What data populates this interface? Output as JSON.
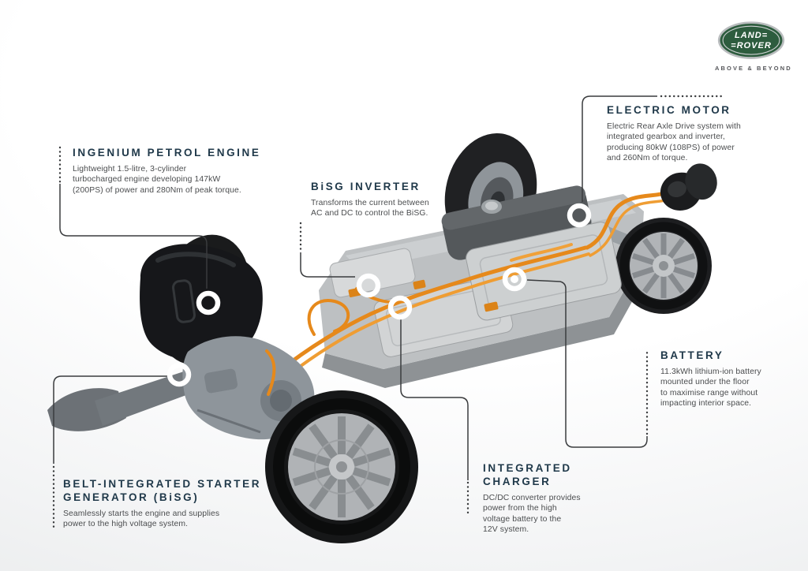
{
  "brand": {
    "logo_top": "LAND=",
    "logo_bottom": "=ROVER",
    "tagline": "ABOVE & BEYOND",
    "oval_green": "#2d5c3e"
  },
  "callouts": [
    {
      "id": "ingenium-petrol-engine",
      "title": "INGENIUM PETROL ENGINE",
      "body": "Lightweight 1.5-litre, 3-cylinder\nturbocharged engine developing 147kW\n(200PS) of power and 280Nm of peak torque."
    },
    {
      "id": "bisg-inverter",
      "title": "BiSG INVERTER",
      "body": "Transforms the current between\nAC and DC to control the BiSG."
    },
    {
      "id": "electric-motor",
      "title": "ELECTRIC MOTOR",
      "body": "Electric Rear Axle Drive system with\nintegrated gearbox and inverter,\nproducing 80kW (108PS) of power\nand 260Nm of torque."
    },
    {
      "id": "battery",
      "title": "BATTERY",
      "body": "11.3kWh lithium-ion battery\nmounted under the floor\nto maximise range without\nimpacting interior space."
    },
    {
      "id": "integrated-charger",
      "title": "INTEGRATED\nCHARGER",
      "body": "DC/DC converter provides\npower from the high\nvoltage battery to the\n12V system."
    },
    {
      "id": "belt-integrated-starter-generator",
      "title": "BELT-INTEGRATED STARTER\nGENERATOR (BiSG)",
      "body": "Seamlessly starts the engine and supplies\npower to the high voltage system."
    }
  ],
  "colors": {
    "heading": "#20394a",
    "body_text": "#4b4d4f",
    "cable_orange": "#e6891b",
    "connector_line": "#3a3c3e"
  }
}
